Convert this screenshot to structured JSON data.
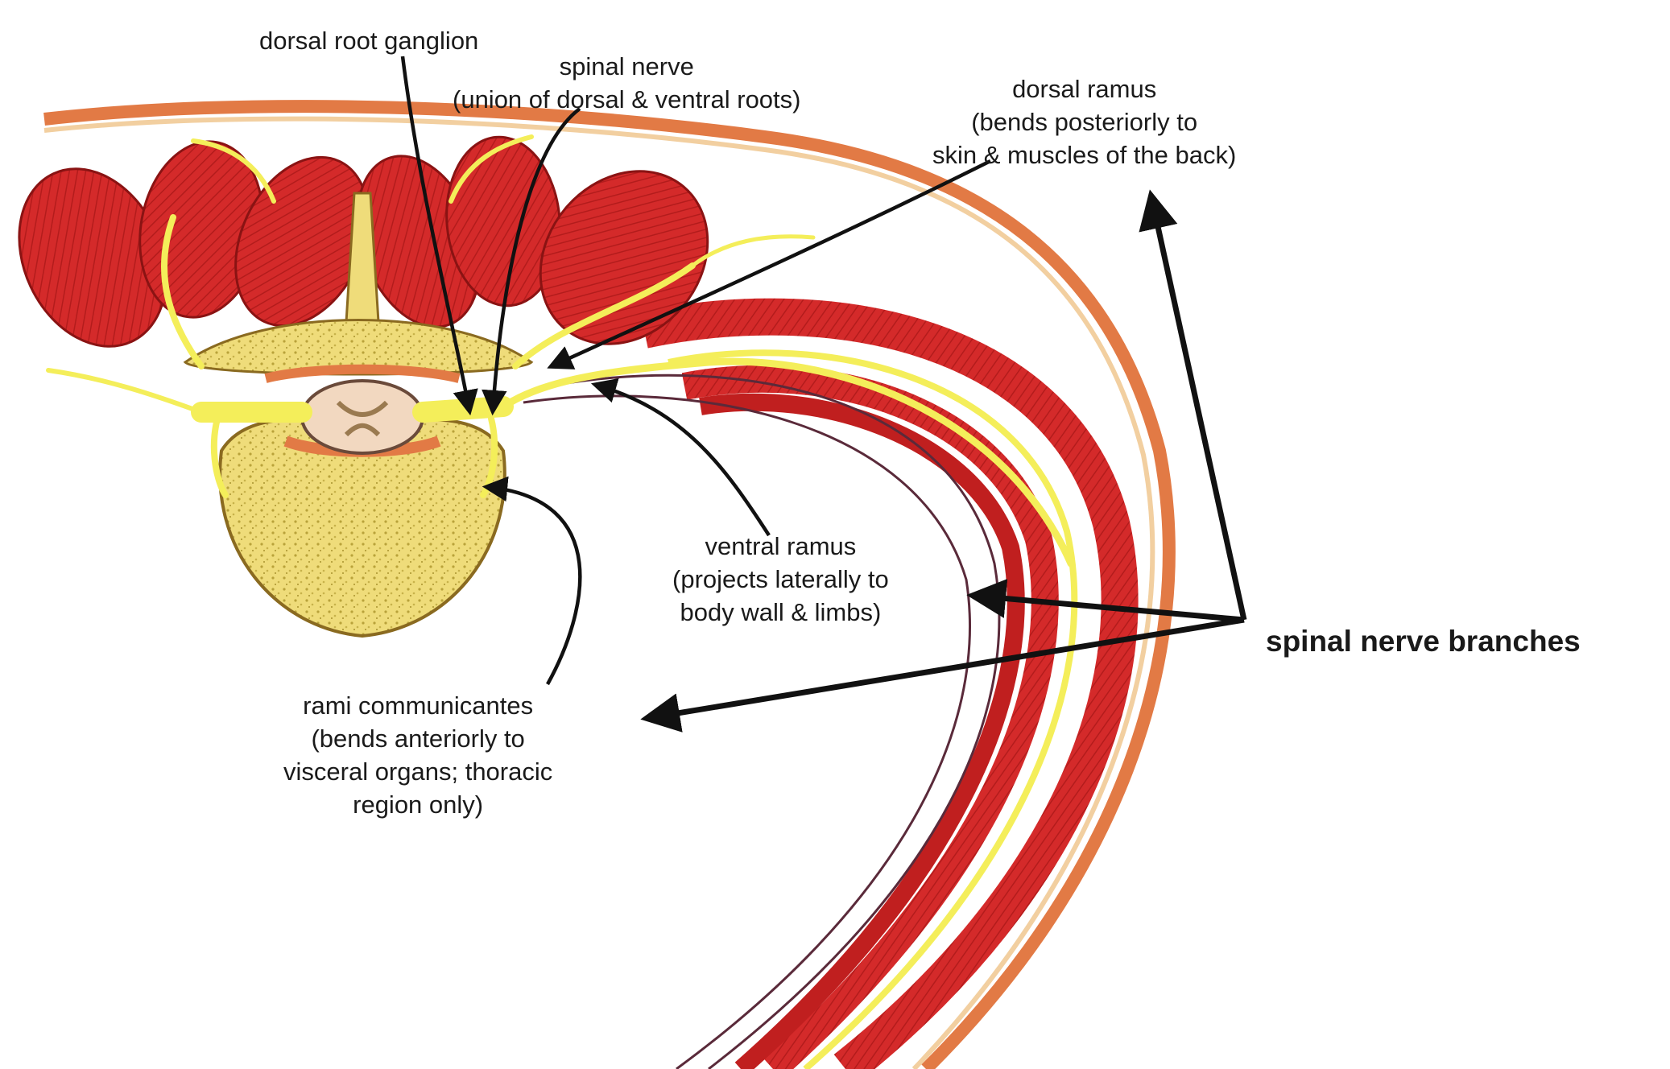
{
  "labels": {
    "dorsal_root_ganglion": {
      "line1": "dorsal root ganglion"
    },
    "spinal_nerve": {
      "line1": "spinal nerve",
      "line2": "(union of dorsal & ventral roots)"
    },
    "dorsal_ramus": {
      "line1": "dorsal ramus",
      "line2": "(bends posteriorly to",
      "line3": "skin & muscles of the back)"
    },
    "ventral_ramus": {
      "line1": "ventral ramus",
      "line2": "(projects laterally to",
      "line3": "body wall & limbs)"
    },
    "rami_communicantes": {
      "line1": "rami communicantes",
      "line2": "(bends anteriorly to",
      "line3": "visceral organs; thoracic",
      "line4": "region only)"
    },
    "spinal_nerve_branches": "spinal nerve branches"
  },
  "colors": {
    "muscle": "#d42a2a",
    "muscle_stripe": "#a01818",
    "bone": "#efdc7a",
    "nerve": "#f4ee5a",
    "skin": "#e27a45",
    "arrow": "#111111"
  }
}
